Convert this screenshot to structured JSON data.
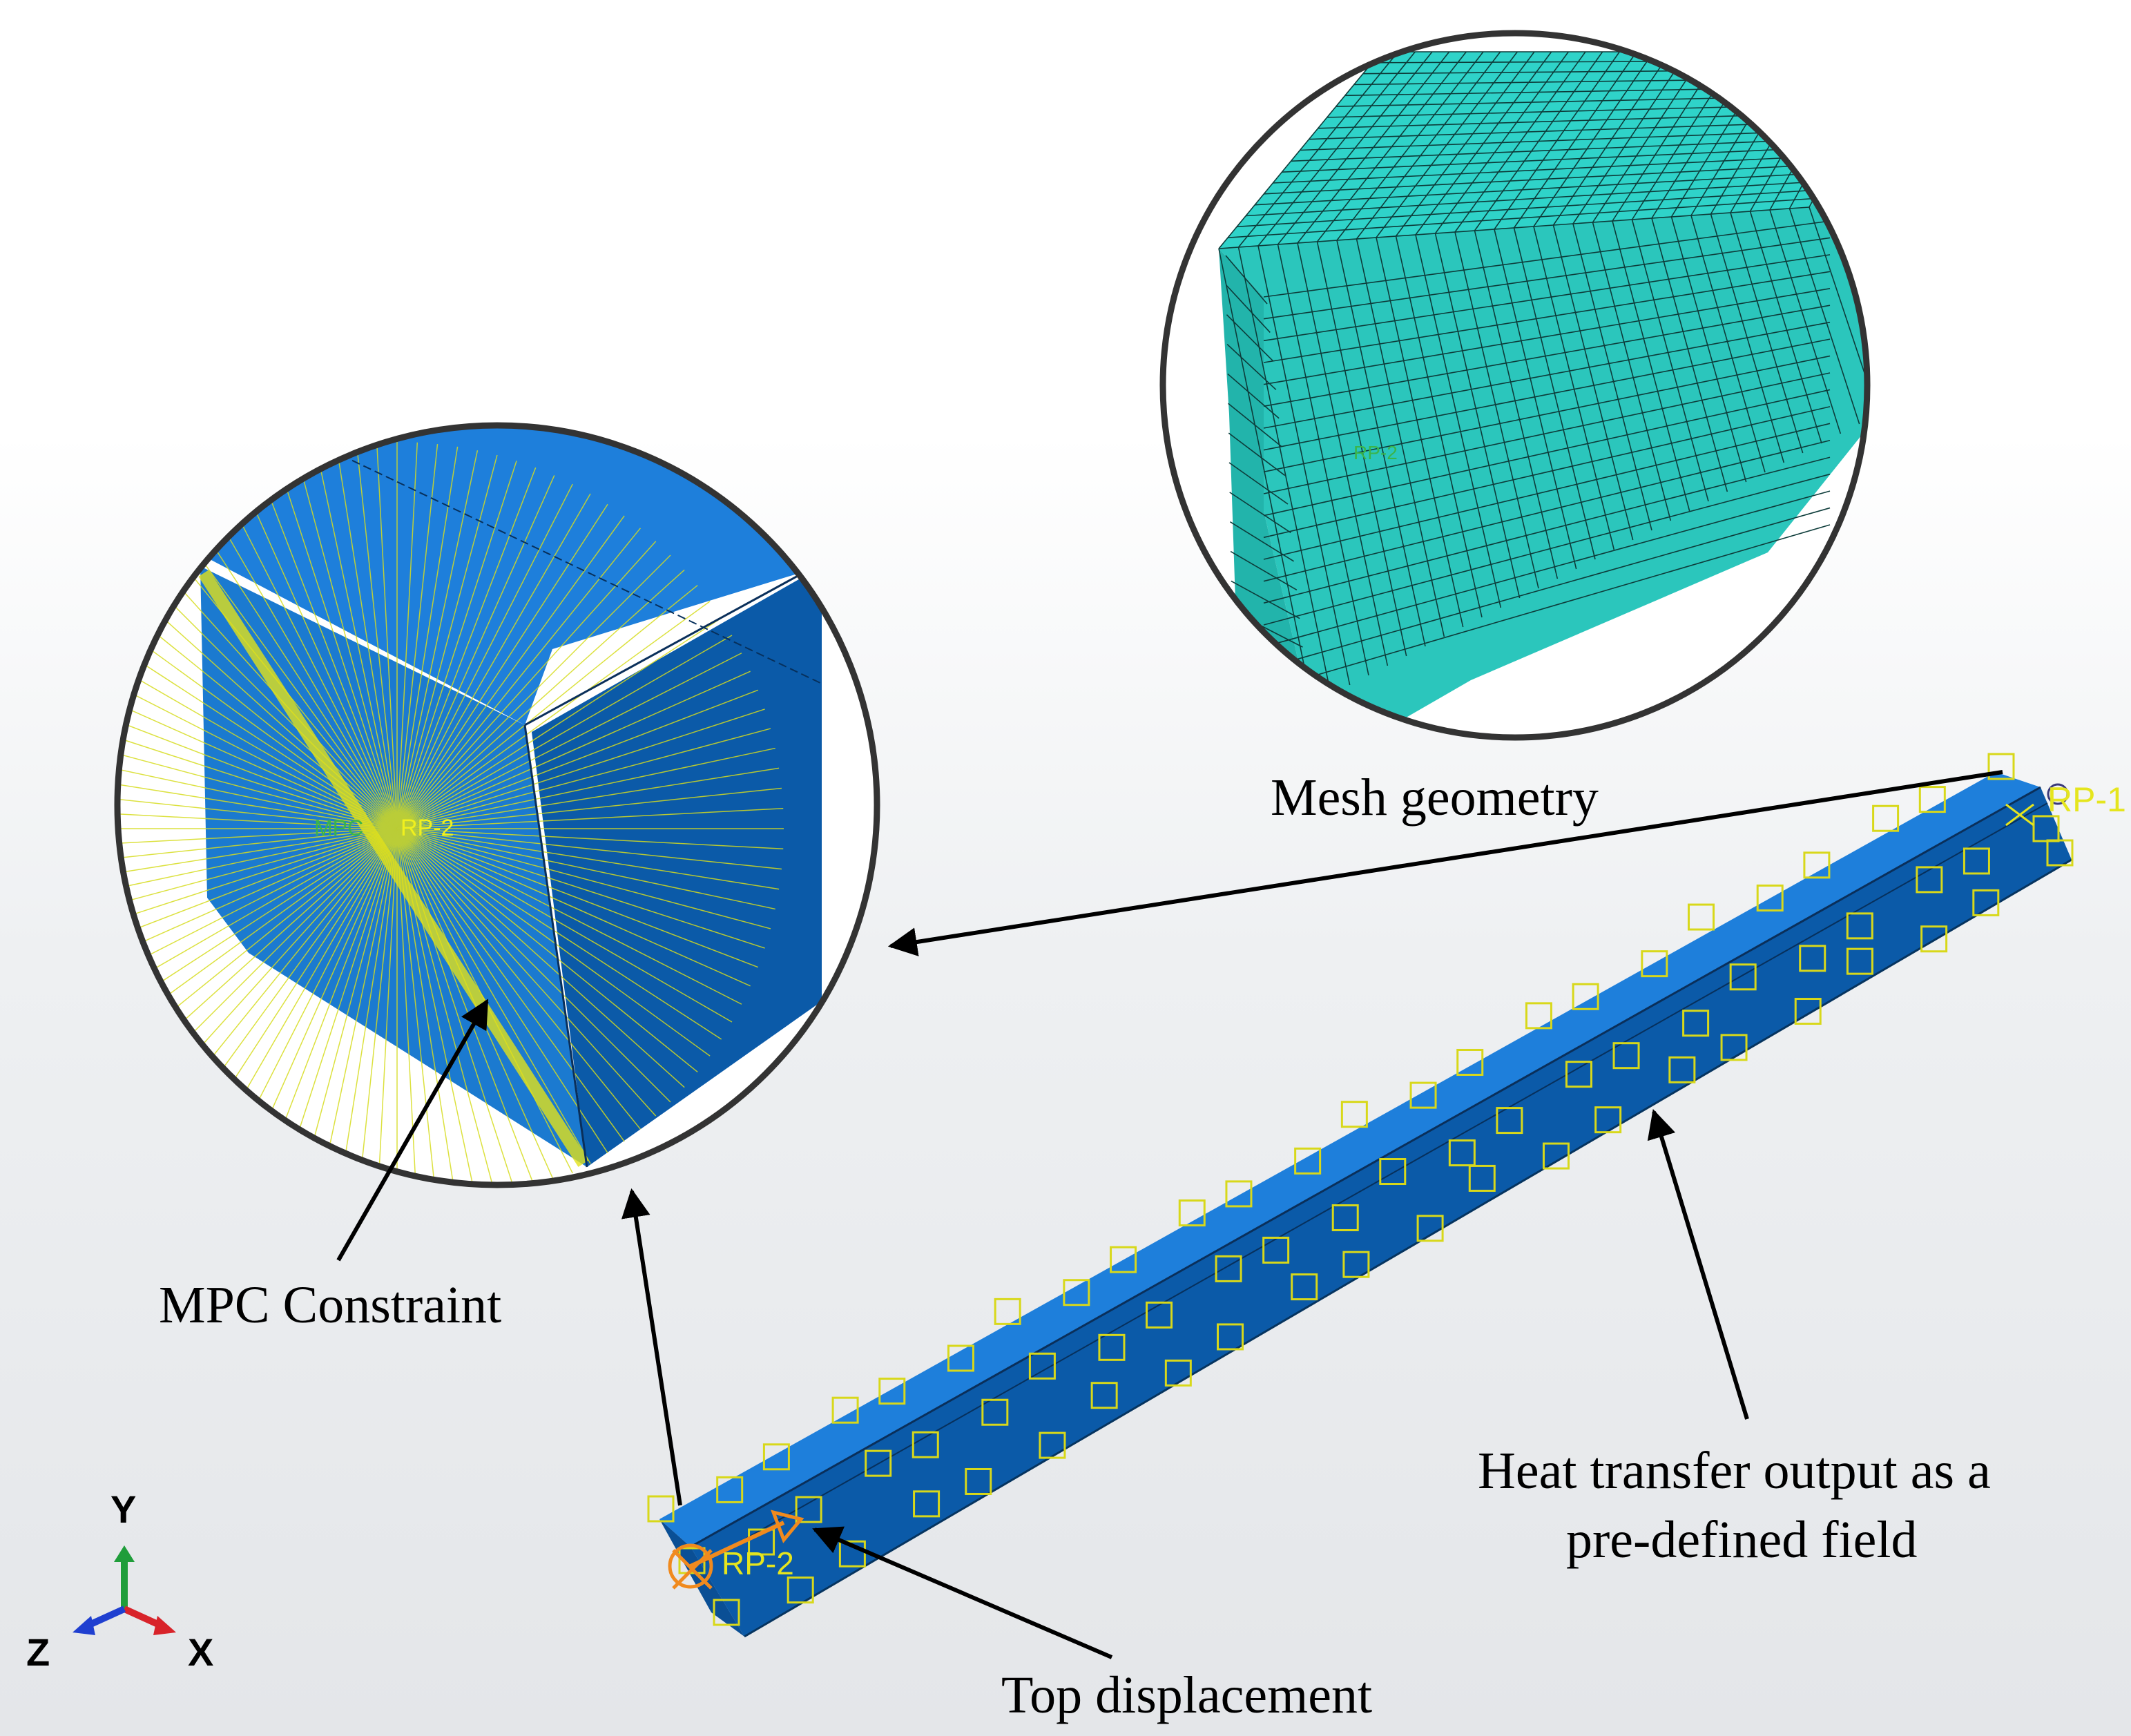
{
  "labels": {
    "mesh_geometry": "Mesh geometry",
    "mpc_constraint": "MPC Constraint",
    "heat_transfer_line1": "Heat transfer output as a",
    "heat_transfer_line2": "pre-defined field",
    "top_displacement": "Top displacement"
  },
  "model_marks": {
    "rp1": "RP-1",
    "rp2": "RP-2",
    "mesh_rp2": "RP-2",
    "zoom_rp2": "RP-2",
    "zoom_mpc": "MPC"
  },
  "axes": {
    "x": "X",
    "y": "Y",
    "z": "Z"
  },
  "colors": {
    "beam_top": "#1e7fdb",
    "beam_side": "#0b5aa8",
    "mesh": "#2fd3c9",
    "markers": "#d8d81a",
    "rp_text": "#e5e51e",
    "axis_x": "#d8232a",
    "axis_y": "#1f9d3a",
    "axis_z": "#1f3fd0"
  }
}
